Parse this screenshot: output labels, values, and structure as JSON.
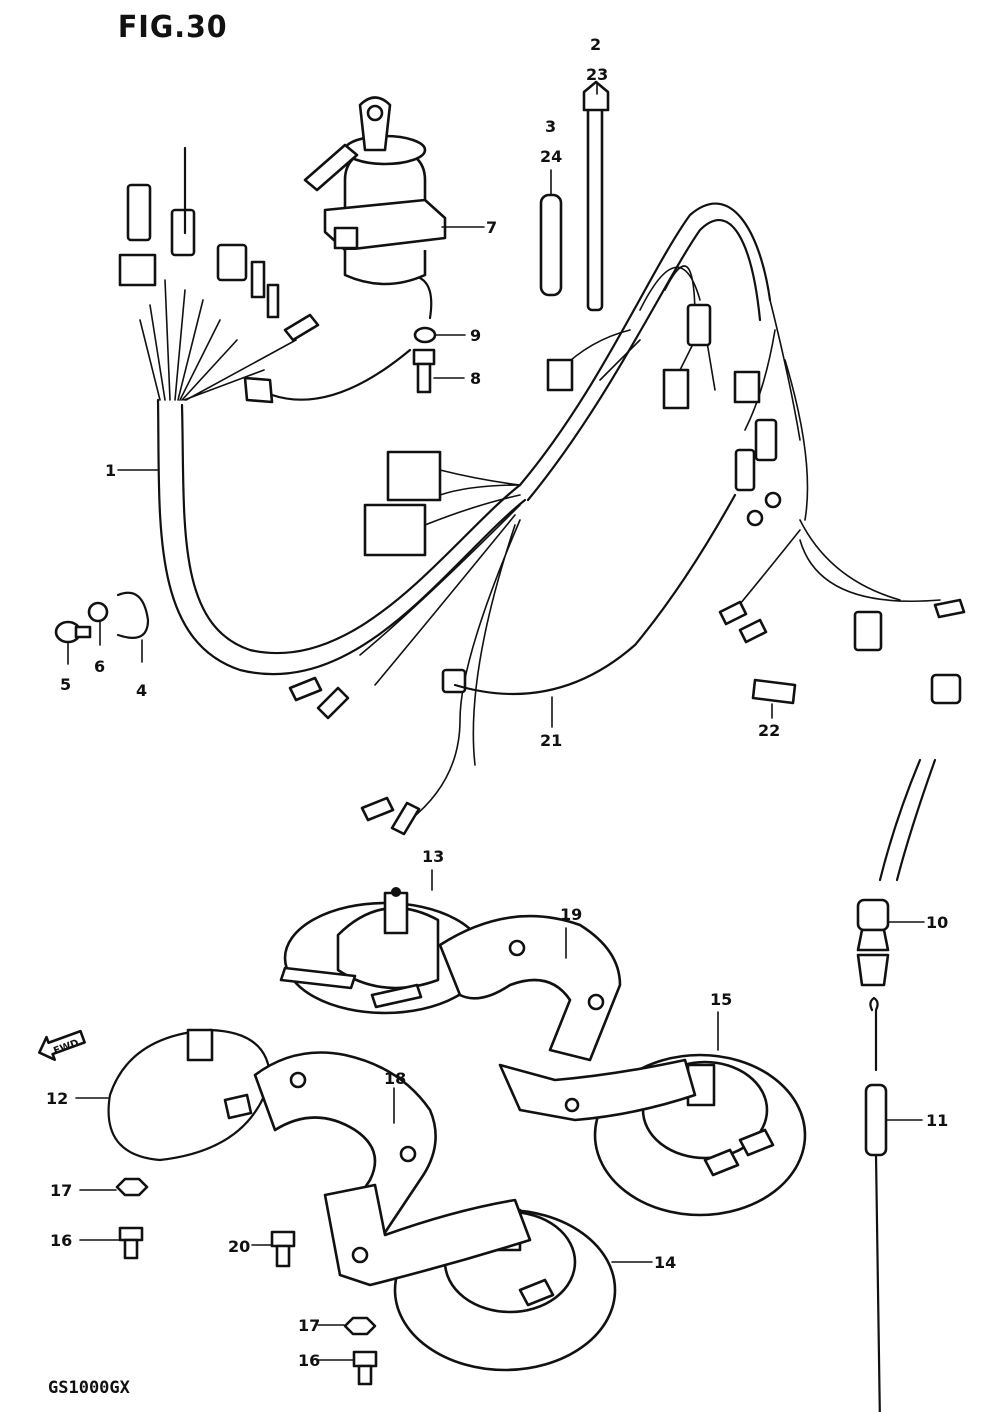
{
  "figure": {
    "title": "FIG.30",
    "model": "GS1000GX"
  },
  "parts": [
    {
      "id": "p1",
      "label": "1"
    },
    {
      "id": "p2",
      "label": "2"
    },
    {
      "id": "p23",
      "label": "23"
    },
    {
      "id": "p3",
      "label": "3"
    },
    {
      "id": "p24",
      "label": "24"
    },
    {
      "id": "p7",
      "label": "7"
    },
    {
      "id": "p9",
      "label": "9"
    },
    {
      "id": "p8",
      "label": "8"
    },
    {
      "id": "p5",
      "label": "5"
    },
    {
      "id": "p6",
      "label": "6"
    },
    {
      "id": "p4",
      "label": "4"
    },
    {
      "id": "p21",
      "label": "21"
    },
    {
      "id": "p22",
      "label": "22"
    },
    {
      "id": "p10",
      "label": "10"
    },
    {
      "id": "p11",
      "label": "11"
    },
    {
      "id": "p13",
      "label": "13"
    },
    {
      "id": "p19",
      "label": "19"
    },
    {
      "id": "p15",
      "label": "15"
    },
    {
      "id": "p12",
      "label": "12"
    },
    {
      "id": "p18",
      "label": "18"
    },
    {
      "id": "p17a",
      "label": "17"
    },
    {
      "id": "p16a",
      "label": "16"
    },
    {
      "id": "p20",
      "label": "20"
    },
    {
      "id": "p14",
      "label": "14"
    },
    {
      "id": "p17b",
      "label": "17"
    },
    {
      "id": "p16b",
      "label": "16"
    }
  ],
  "front_arrow": "FWD"
}
